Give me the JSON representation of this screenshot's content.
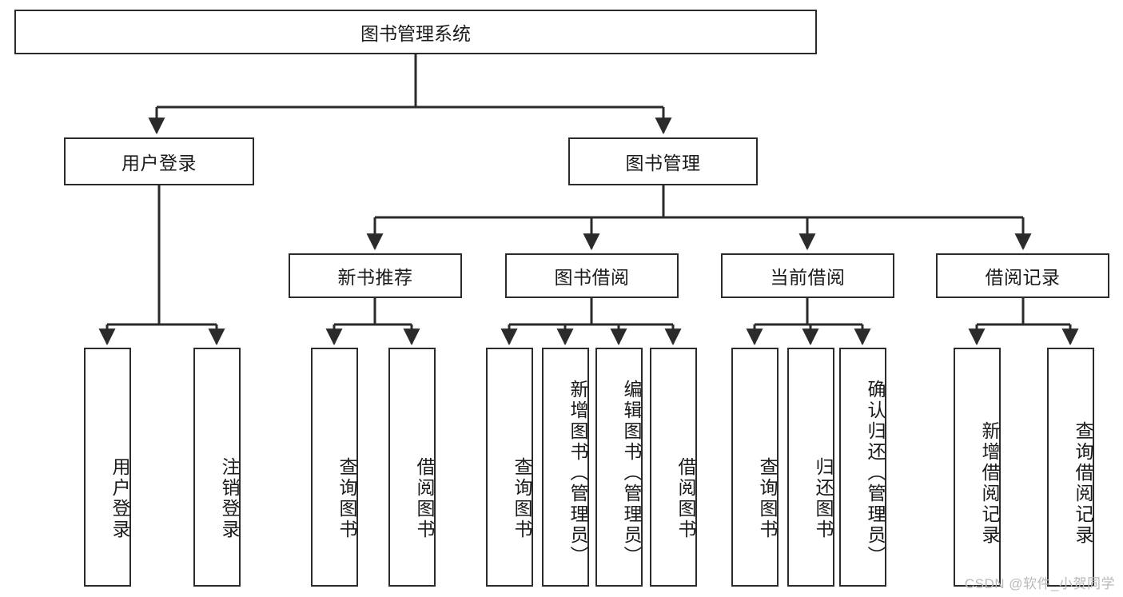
{
  "diagram": {
    "title": "图书管理系统",
    "type": "tree-hierarchy-diagram",
    "orientation": "top-down",
    "root": {
      "label": "图书管理系统"
    },
    "level2": [
      {
        "label": "用户登录"
      },
      {
        "label": "图书管理"
      }
    ],
    "level3": [
      {
        "label": "新书推荐"
      },
      {
        "label": "图书借阅"
      },
      {
        "label": "当前借阅"
      },
      {
        "label": "借阅记录"
      }
    ],
    "leaves": {
      "user_login": [
        {
          "label": "用户登录"
        },
        {
          "label": "注销登录"
        }
      ],
      "new_book_recommend": [
        {
          "label": "查询图书"
        },
        {
          "label": "借阅图书"
        }
      ],
      "book_borrow": [
        {
          "label": "查询图书"
        },
        {
          "label": "新增图书（管理员）"
        },
        {
          "label": "编辑图书（管理员）"
        },
        {
          "label": "借阅图书"
        }
      ],
      "current_borrow": [
        {
          "label": "查询图书"
        },
        {
          "label": "归还图书"
        },
        {
          "label": "确认归还（管理员）"
        }
      ],
      "borrow_records": [
        {
          "label": "新增借阅记录"
        },
        {
          "label": "查询借阅记录"
        }
      ]
    }
  },
  "watermark": {
    "text": "CSDN @软件_小贺同学"
  },
  "colors": {
    "box_border": "#2b2b2b",
    "box_fill": "#ffffff",
    "connector": "#2b2b2b",
    "text": "#1a1a1a",
    "watermark": "#b9b9b9",
    "background": "#ffffff"
  }
}
